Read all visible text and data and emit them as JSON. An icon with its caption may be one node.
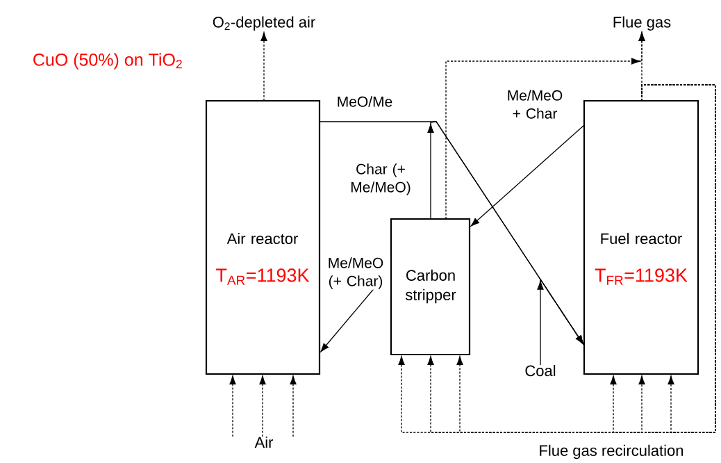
{
  "diagram": {
    "nodes": [
      {
        "text": [
          "Air reactor",
          "T$_{AR}$=1193K"
        ]
      },
      {
        "text": [
          "Carbon stripper"
        ]
      },
      {
        "text": [
          "Fuel reactor",
          "T$_{FR}$=1193K"
        ]
      },
      {
        "text": [
          "O$_{2}$-depleted air"
        ]
      },
      {
        "text": [
          "Flue gas"
        ]
      },
      {
        "text": [
          "Air"
        ]
      },
      {
        "text": [
          "Coal"
        ]
      }
    ],
    "edges": [
      {
        "from": 0,
        "to": 2,
        "arrow": "to",
        "label": "MeO/Me"
      },
      {
        "from": 1,
        "to": 2,
        "arrow": "to",
        "label": "Char (+ Me/MeO)"
      },
      {
        "from": 2,
        "to": 1,
        "arrow": "to",
        "label": "Me/MeO + Char"
      },
      {
        "from": 1,
        "to": 0,
        "arrow": "to",
        "label": "Me/MeO (+ Char)"
      },
      {
        "from": 0,
        "to": 3,
        "arrow": "to",
        "style": "dashed"
      },
      {
        "from": 2,
        "to": 4,
        "arrow": "to",
        "style": "dashed"
      },
      {
        "from": 1,
        "to": 4,
        "arrow": "to",
        "style": "dashed"
      },
      {
        "from": 5,
        "to": 0,
        "arrow": "to",
        "style": "dashed"
      },
      {
        "from": 5,
        "to": 0,
        "arrow": "to",
        "style": "dashed"
      },
      {
        "from": 5,
        "to": 0,
        "arrow": "to",
        "style": "dashed"
      },
      {
        "from": 6,
        "to": 2,
        "arrow": "to"
      },
      {
        "from": 2,
        "to": 1,
        "arrow": "to",
        "style": "dashed"
      },
      {
        "from": 2,
        "to": 1,
        "arrow": "to",
        "style": "dashed"
      },
      {
        "from": 2,
        "to": 1,
        "arrow": "to",
        "style": "dashed"
      },
      {
        "from": 2,
        "to": 2,
        "arrow": "to",
        "style": "dashed"
      },
      {
        "from": 2,
        "to": 2,
        "arrow": "to",
        "style": "dashed"
      },
      {
        "from": 2,
        "to": 2,
        "arrow": "to",
        "style": "dashed"
      }
    ],
    "labels": [
      "CuO (50%) on TiO$_{2}$",
      "Flue gas recirculation"
    ]
  }
}
